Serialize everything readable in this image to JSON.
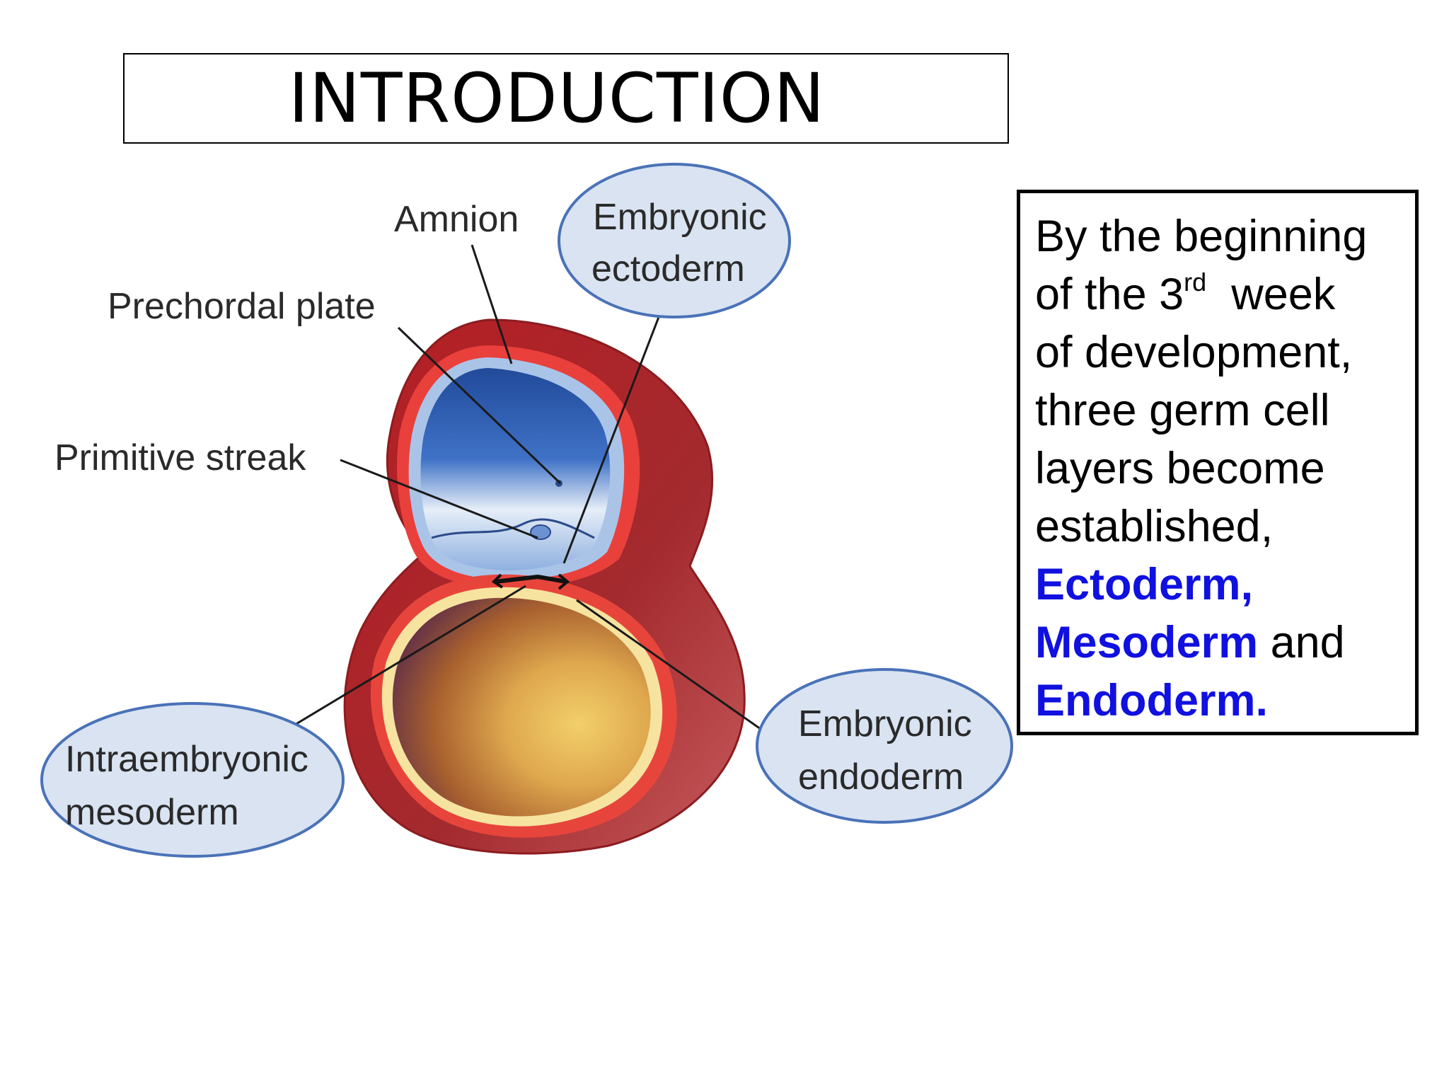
{
  "title": "INTRODUCTION",
  "diagram": {
    "labels": {
      "amnion": "Amnion",
      "embryonic_ectoderm_line1": "Embryonic",
      "embryonic_ectoderm_line2": "ectoderm",
      "prechordal_plate": "Prechordal plate",
      "primitive_streak": "Primitive streak",
      "intraembryonic_mesoderm_line1": "Intraembryonic",
      "intraembryonic_mesoderm_line2": "mesoderm",
      "embryonic_endoderm_line1": "Embryonic",
      "embryonic_endoderm_line2": "endoderm"
    }
  },
  "description": {
    "line1": "By the beginning",
    "line2_pre": "of the 3",
    "line2_sup": "rd",
    "line2_post": "  week",
    "line3": "of development,",
    "line4": "three germ cell",
    "line5": "layers become",
    "line6": "established,",
    "ectoderm": "Ectoderm,",
    "mesoderm": "Mesoderm",
    "and": " and",
    "endoderm": "Endoderm."
  },
  "colors": {
    "highlight_blue": "#1010e0",
    "callout_fill": "#d9e3f1",
    "callout_stroke": "#4a72b8",
    "outer_tissue_red": "#c42828",
    "amniotic_cavity_blue": "#3a6cc0",
    "yolk_sac_gold": "#d9a84a"
  }
}
